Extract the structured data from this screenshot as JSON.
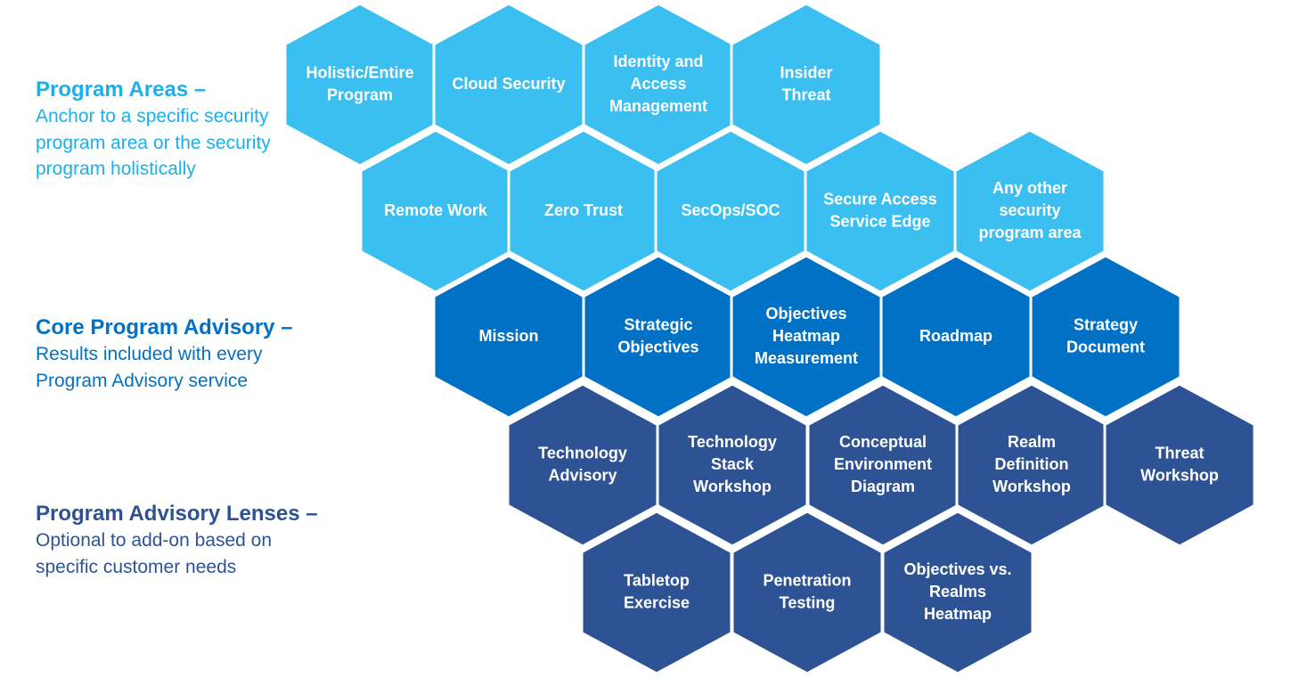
{
  "colors": {
    "program_areas": "#3BBFF0",
    "core_advisory": "#0071C5",
    "advisory_lenses": "#2E5395",
    "hex_stroke": "#ffffff",
    "hex_text": "#ffffff"
  },
  "legend": [
    {
      "title": "Program Areas –",
      "desc": "Anchor to a specific security program area or the security program holistically",
      "color": "#1AB0EC"
    },
    {
      "title": "Core Program Advisory –",
      "desc": "Results included with every Program Advisory service",
      "color": "#0071C5"
    },
    {
      "title": "Program Advisory Lenses –",
      "desc": "Optional to add-on based on specific customer needs",
      "color": "#2E5395"
    }
  ],
  "hexagons": [
    {
      "group": "program_areas",
      "lines": [
        "Holistic/Entire",
        "Program"
      ]
    },
    {
      "group": "program_areas",
      "lines": [
        "Cloud Security"
      ]
    },
    {
      "group": "program_areas",
      "lines": [
        "Identity and",
        "Access",
        "Management"
      ]
    },
    {
      "group": "program_areas",
      "lines": [
        "Insider",
        "Threat"
      ]
    },
    {
      "group": "program_areas",
      "lines": [
        "Remote Work"
      ]
    },
    {
      "group": "program_areas",
      "lines": [
        "Zero Trust"
      ]
    },
    {
      "group": "program_areas",
      "lines": [
        "SecOps/SOC"
      ]
    },
    {
      "group": "program_areas",
      "lines": [
        "Secure Access",
        "Service Edge"
      ]
    },
    {
      "group": "program_areas",
      "lines": [
        "Any other",
        "security",
        "program area"
      ]
    },
    {
      "group": "core_advisory",
      "lines": [
        "Mission"
      ]
    },
    {
      "group": "core_advisory",
      "lines": [
        "Strategic",
        "Objectives"
      ]
    },
    {
      "group": "core_advisory",
      "lines": [
        "Objectives",
        "Heatmap",
        "Measurement"
      ]
    },
    {
      "group": "core_advisory",
      "lines": [
        "Roadmap"
      ]
    },
    {
      "group": "core_advisory",
      "lines": [
        "Strategy",
        "Document"
      ]
    },
    {
      "group": "advisory_lenses",
      "lines": [
        "Technology",
        "Advisory"
      ]
    },
    {
      "group": "advisory_lenses",
      "lines": [
        "Technology",
        "Stack",
        "Workshop"
      ]
    },
    {
      "group": "advisory_lenses",
      "lines": [
        "Conceptual",
        "Environment",
        "Diagram"
      ]
    },
    {
      "group": "advisory_lenses",
      "lines": [
        "Realm",
        "Definition",
        "Workshop"
      ]
    },
    {
      "group": "advisory_lenses",
      "lines": [
        "Threat",
        "Workshop"
      ]
    },
    {
      "group": "advisory_lenses",
      "lines": [
        "Tabletop",
        "Exercise"
      ]
    },
    {
      "group": "advisory_lenses",
      "lines": [
        "Penetration",
        "Testing"
      ]
    },
    {
      "group": "advisory_lenses",
      "lines": [
        "Objectives vs.",
        "Realms",
        "Heatmap"
      ]
    }
  ]
}
